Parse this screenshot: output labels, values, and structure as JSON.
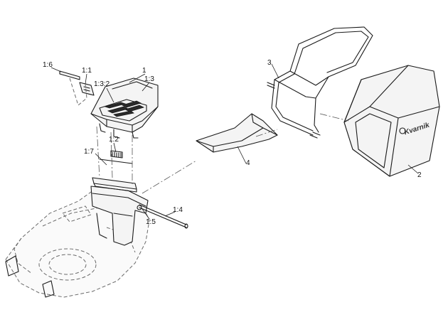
{
  "callouts": {
    "c1": "1",
    "c1_1": "1:1",
    "c1_2": "1:2",
    "c1_3": "1:3",
    "c1_3_2": "1:3:2",
    "c1_4": "1:4",
    "c1_5": "1:5",
    "c1_6": "1:6",
    "c1_7": "1:7",
    "c2": "2",
    "c3": "3",
    "c4": "4"
  },
  "bag_brand": "Kvarnik",
  "colors": {
    "line": "#1a1a1a",
    "ghost": "#6a6a6a",
    "background": "#ffffff"
  }
}
